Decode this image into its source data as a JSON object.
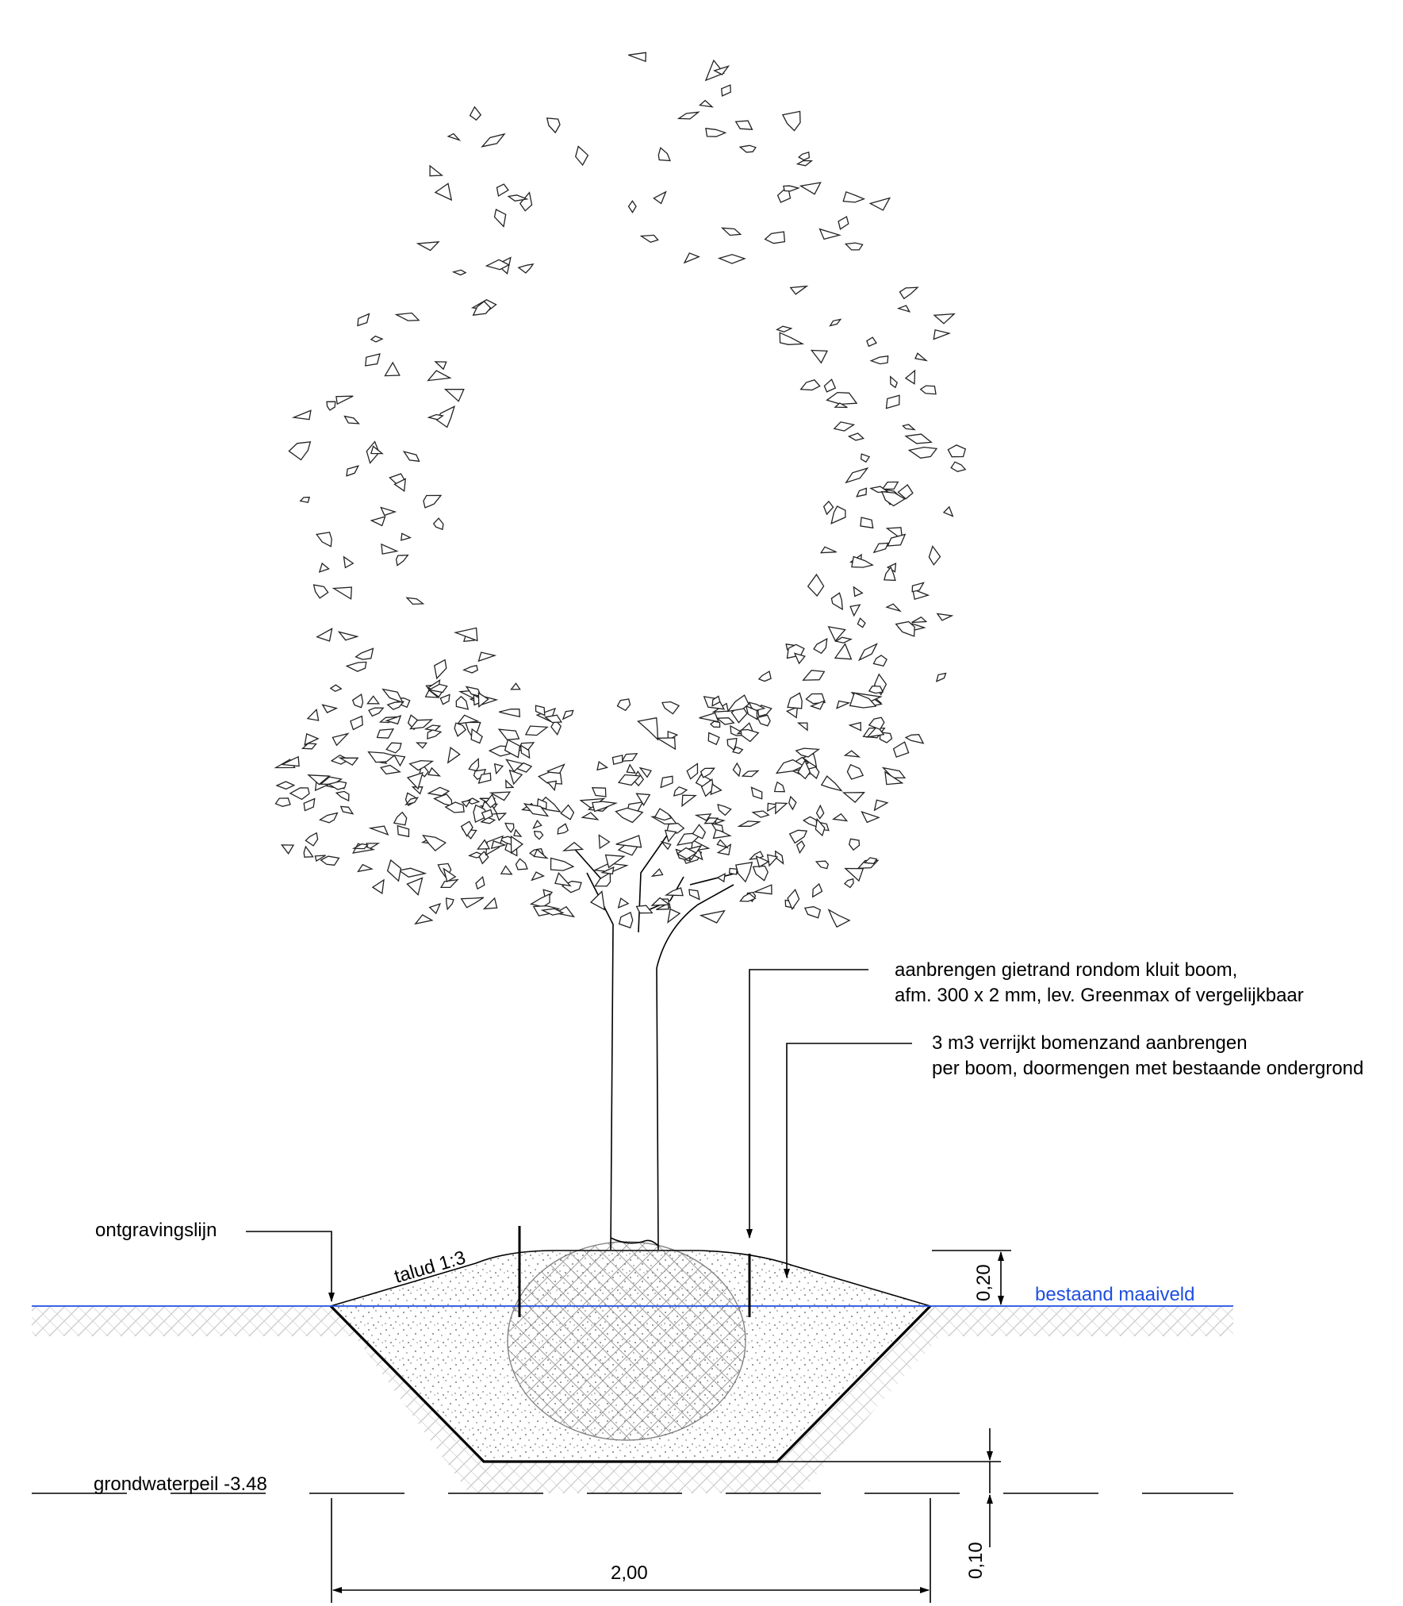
{
  "labels": {
    "gietrand_line1": "aanbrengen gietrand rondom kluit boom,",
    "gietrand_line2": "afm. 300 x 2 mm, lev. Greenmax of vergelijkbaar",
    "bomenzand_line1": "3 m3 verrijkt bomenzand aanbrengen",
    "bomenzand_line2": "per boom, doormengen met bestaande ondergrond",
    "ontgraving": "ontgravingslijn",
    "talud": "talud 1:3",
    "maaiveld": "bestaand maaiveld",
    "grondwater": "grondwaterpeil -3.48",
    "dim_top": "0,20",
    "dim_bottom": "0,10",
    "dim_width": "2,00"
  },
  "colors": {
    "line": "#000000",
    "maaiveld_blue": "#1f4fe0",
    "soil_hatch": "#c8c8c8",
    "fill_dots": "#555555"
  }
}
